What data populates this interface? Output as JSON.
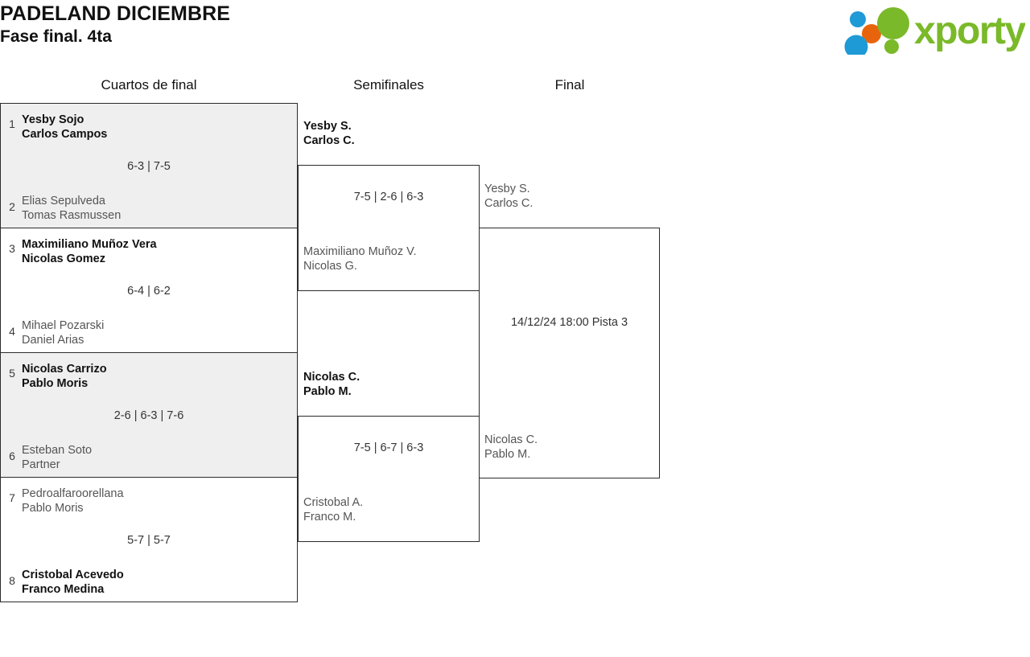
{
  "header": {
    "title": "PADELAND DICIEMBRE",
    "subtitle": "Fase final. 4ta",
    "logo": {
      "name": "xporty-logo",
      "wordmark": "xporty",
      "colors": {
        "green": "#7ab929",
        "blue": "#1e9ad6",
        "orange": "#e8640c"
      }
    }
  },
  "rounds": [
    {
      "key": "quarterfinals",
      "label": "Cuartos de final"
    },
    {
      "key": "semifinals",
      "label": "Semifinales"
    },
    {
      "key": "final",
      "label": "Final"
    }
  ],
  "quarterfinals": [
    {
      "id": "qf1",
      "shaded": true,
      "top": {
        "seed": "1",
        "p1": "Yesby Sojo",
        "p2": "Carlos Campos",
        "result": "winner"
      },
      "bottom": {
        "seed": "2",
        "p1": "Elias Sepulveda",
        "p2": "Tomas Rasmussen",
        "result": "loser"
      },
      "score": "6-3 | 7-5"
    },
    {
      "id": "qf2",
      "shaded": false,
      "top": {
        "seed": "3",
        "p1": "Maximiliano Muñoz Vera",
        "p2": "Nicolas Gomez",
        "result": "winner"
      },
      "bottom": {
        "seed": "4",
        "p1": "Mihael Pozarski",
        "p2": "Daniel Arias",
        "result": "loser"
      },
      "score": "6-4 | 6-2"
    },
    {
      "id": "qf3",
      "shaded": true,
      "top": {
        "seed": "5",
        "p1": "Nicolas Carrizo",
        "p2": "Pablo Moris",
        "result": "winner"
      },
      "bottom": {
        "seed": "6",
        "p1": "Esteban Soto",
        "p2": "Partner",
        "result": "loser"
      },
      "score": "2-6 | 6-3 | 7-6"
    },
    {
      "id": "qf4",
      "shaded": false,
      "top": {
        "seed": "7",
        "p1": "Pedroalfaroorellana",
        "p2": "Pablo Moris",
        "result": "loser"
      },
      "bottom": {
        "seed": "8",
        "p1": "Cristobal Acevedo",
        "p2": "Franco Medina",
        "result": "winner"
      },
      "score": "5-7 | 5-7"
    }
  ],
  "semifinals": [
    {
      "id": "sf1",
      "top": {
        "p1": "Yesby S.",
        "p2": "Carlos C.",
        "result": "winner"
      },
      "bottom": {
        "p1": "Maximiliano Muñoz V.",
        "p2": "Nicolas G.",
        "result": "loser"
      },
      "score": "7-5 | 2-6 | 6-3"
    },
    {
      "id": "sf2",
      "top": {
        "p1": "Nicolas C.",
        "p2": "Pablo M.",
        "result": "winner"
      },
      "bottom": {
        "p1": "Cristobal A.",
        "p2": "Franco M.",
        "result": "loser"
      },
      "score": "7-5 | 6-7 | 6-3"
    }
  ],
  "final": {
    "id": "final",
    "top": {
      "p1": "Yesby S.",
      "p2": "Carlos C.",
      "result": "pending"
    },
    "bottom": {
      "p1": "Nicolas C.",
      "p2": "Pablo M.",
      "result": "pending"
    },
    "score": "14/12/24 18:00 Pista 3"
  }
}
